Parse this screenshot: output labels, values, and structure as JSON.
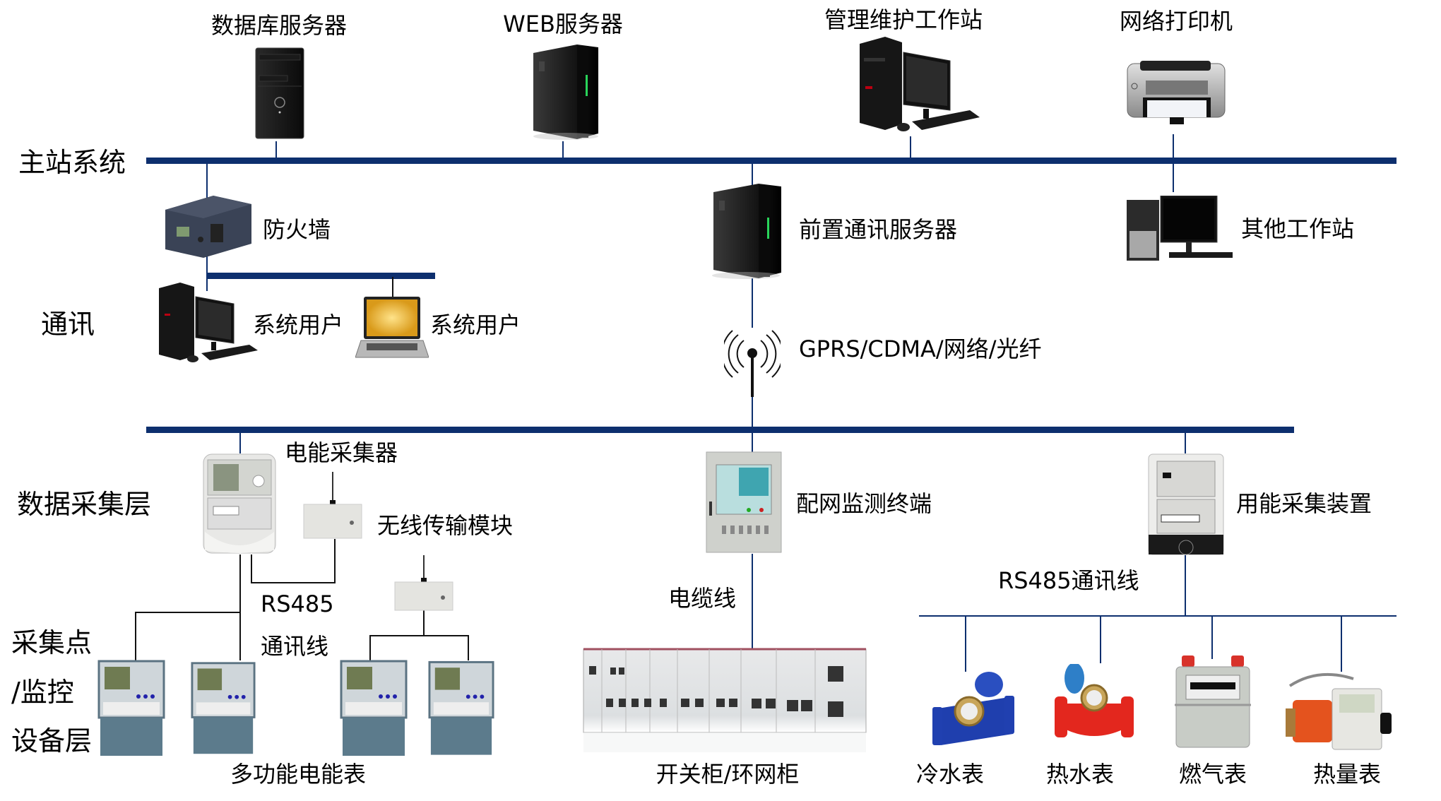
{
  "diagram": {
    "type": "network-architecture",
    "title": "",
    "layers": [
      {
        "id": "master",
        "label": "主站系统"
      },
      {
        "id": "comm",
        "label": "通讯"
      },
      {
        "id": "collect",
        "label": "数据采集层"
      },
      {
        "id": "device",
        "label_lines": [
          "采集点",
          "/监控",
          "设备层"
        ]
      }
    ],
    "master_devices": [
      {
        "id": "db",
        "label": "数据库服务器",
        "icon": "tower-server-icon"
      },
      {
        "id": "web",
        "label": "WEB服务器",
        "icon": "rack-server-icon"
      },
      {
        "id": "admin",
        "label": "管理维护工作站",
        "icon": "desktop-pc-icon"
      },
      {
        "id": "printer",
        "label": "网络打印机",
        "icon": "printer-icon"
      }
    ],
    "comm_devices": [
      {
        "id": "firewall",
        "label": "防火墙",
        "icon": "firewall-icon"
      },
      {
        "id": "user_pc",
        "label": "系统用户",
        "icon": "desktop-pc-icon"
      },
      {
        "id": "user_laptop",
        "label": "系统用户",
        "icon": "laptop-icon"
      },
      {
        "id": "front_server",
        "label": "前置通讯服务器",
        "icon": "rack-server-icon"
      },
      {
        "id": "other_ws",
        "label": "其他工作站",
        "icon": "desktop-pc-icon"
      },
      {
        "id": "antenna",
        "label": "GPRS/CDMA/网络/光纤",
        "icon": "antenna-icon"
      }
    ],
    "collect_devices": [
      {
        "id": "collector",
        "label": "电能采集器",
        "icon": "energy-collector-icon"
      },
      {
        "id": "wireless",
        "label": "无线传输模块",
        "icon": "wireless-module-icon"
      },
      {
        "id": "dist_terminal",
        "label": "配网监测终端",
        "icon": "cabinet-icon"
      },
      {
        "id": "energy_device",
        "label": "用能采集装置",
        "icon": "energy-meter-icon"
      }
    ],
    "links": {
      "rs485_a": "RS485",
      "rs485_b": "通讯线",
      "cable": "电缆线",
      "rs485_bus": "RS485通讯线"
    },
    "field_devices": [
      {
        "id": "multi_meter",
        "label": "多功能电能表",
        "icon": "electric-meter-icon",
        "count": 4
      },
      {
        "id": "switchgear",
        "label": "开关柜/环网柜",
        "icon": "switchgear-icon"
      },
      {
        "id": "cold_water",
        "label": "冷水表",
        "icon": "cold-water-meter-icon"
      },
      {
        "id": "hot_water",
        "label": "热水表",
        "icon": "hot-water-meter-icon"
      },
      {
        "id": "gas",
        "label": "燃气表",
        "icon": "gas-meter-icon"
      },
      {
        "id": "heat",
        "label": "热量表",
        "icon": "heat-meter-icon"
      }
    ],
    "colors": {
      "bus": "#0d2f6e",
      "text": "#000000",
      "background": "#ffffff"
    }
  }
}
